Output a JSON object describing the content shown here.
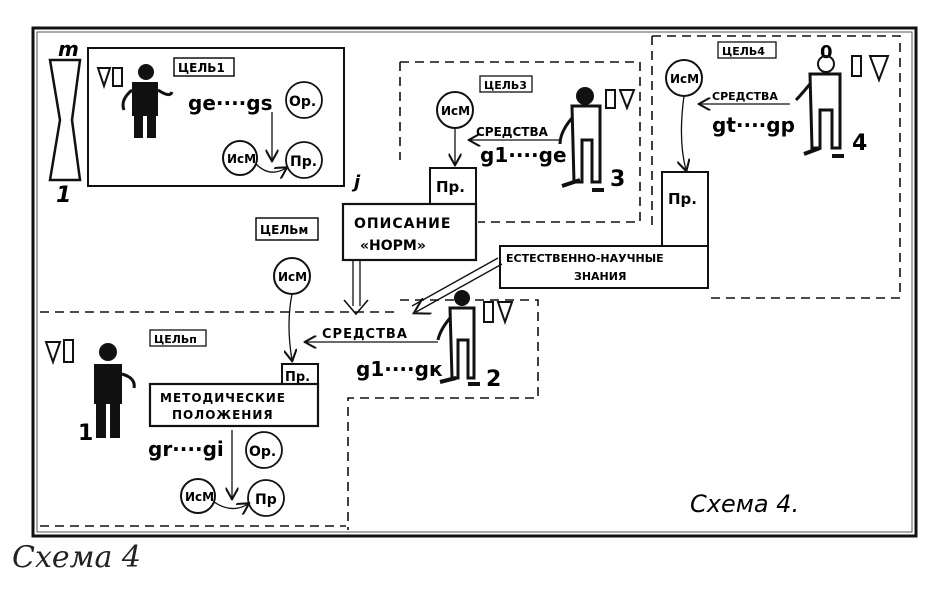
{
  "caption": "Схема 4",
  "diagram": {
    "inner_caption": "Схема 4.",
    "goals": {
      "g1": "ЦЕЛЬ1",
      "g3": "ЦЕЛЬ3",
      "g4": "ЦЕЛЬ4",
      "gm": "ЦЕЛЬм",
      "gn": "ЦЕЛЬп"
    },
    "actor_numbers": {
      "m": "m",
      "left": "1",
      "a2": "2",
      "a3": "3",
      "a4": "4",
      "a1b": "1",
      "j": "j",
      "zero": "0"
    },
    "sequences": {
      "s1": "gе····gs",
      "s3": "g1····gе",
      "s4": "gt····gр",
      "s2": "g1····gк",
      "sn": "gr····gi"
    },
    "tokens": {
      "or": "Ор.",
      "pr": "Пр.",
      "pr_short": "Пр",
      "ism": "ИсМ"
    },
    "means": {
      "m3": "СРЕДСТВА",
      "m4": "СРЕДСТВА",
      "m2": "СРЕДСТВА"
    },
    "boxes": {
      "norms_line1": "ОПИСАНИЕ",
      "norms_line2": "«НОРМ»",
      "science_line1": "ЕСТЕСТВЕННО-НАУЧНЫЕ",
      "science_line2": "ЗНАНИЯ",
      "method_line1": "МЕТОДИЧЕСКИЕ",
      "method_line2": "ПОЛОЖЕНИЯ"
    }
  }
}
